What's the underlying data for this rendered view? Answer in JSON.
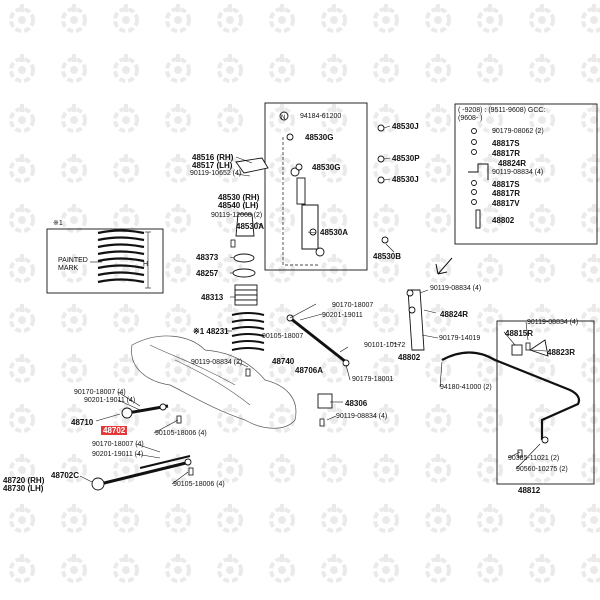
{
  "diagram": {
    "watermark_icon": "wrench-gear-icon",
    "inset_spring": {
      "label": "※1",
      "painted_mark": [
        "PAINTED",
        "MARK"
      ],
      "height_mark": "H"
    },
    "inset_stabilizer": {
      "line1": "(        -9208) : (9511-9608) GCC:",
      "line2": "(9608-        )",
      "parts": [
        "90179-08062 (2)",
        "48817S",
        "48817R",
        "48824R",
        "90119-08834 (4)",
        "48817S",
        "48817R",
        "48817V",
        "48802"
      ]
    },
    "shock_box": {
      "parts": [
        "94184-61200",
        "48530G",
        "48530G",
        "48530A",
        "48530J",
        "48530P",
        "48530J",
        "48530B"
      ]
    },
    "labels": [
      {
        "t": "48516 (RH)"
      },
      {
        "t": "48517 (LH)"
      },
      {
        "t": "90119-10652 (4)"
      },
      {
        "t": "48530 (RH)"
      },
      {
        "t": "48540 (LH)"
      },
      {
        "t": "90119-12068 (2)"
      },
      {
        "t": "48530A"
      },
      {
        "t": "48373"
      },
      {
        "t": "48257"
      },
      {
        "t": "48313"
      },
      {
        "t": "※1 48231"
      },
      {
        "t": "90119-08834 (2)"
      },
      {
        "t": "90170-18007"
      },
      {
        "t": "90201-19011"
      },
      {
        "t": "90105-18007"
      },
      {
        "t": "48740"
      },
      {
        "t": "48706A"
      },
      {
        "t": "90101-10172"
      },
      {
        "t": "48802"
      },
      {
        "t": "90179-18001"
      },
      {
        "t": "48306"
      },
      {
        "t": "90119-08834 (4)"
      },
      {
        "t": "90119-08834 (4)"
      },
      {
        "t": "48824R"
      },
      {
        "t": "90179-14019"
      },
      {
        "t": "48815R"
      },
      {
        "t": "90119-08834 (4)"
      },
      {
        "t": "48823R"
      },
      {
        "t": "94180-41000 (2)"
      },
      {
        "t": "90385-11021 (2)"
      },
      {
        "t": "90560-10275 (2)"
      },
      {
        "t": "48812"
      },
      {
        "t": "90170-18007 (4)"
      },
      {
        "t": "90201-19011 (4)"
      },
      {
        "t": "48710"
      },
      {
        "t": "48702"
      },
      {
        "t": "90105-18006 (4)"
      },
      {
        "t": "90170-18007 (4)"
      },
      {
        "t": "90201-19011 (4)"
      },
      {
        "t": "48720 (RH)"
      },
      {
        "t": "48730 (LH)"
      },
      {
        "t": "48702C"
      },
      {
        "t": "90105-18006 (4)"
      }
    ]
  }
}
